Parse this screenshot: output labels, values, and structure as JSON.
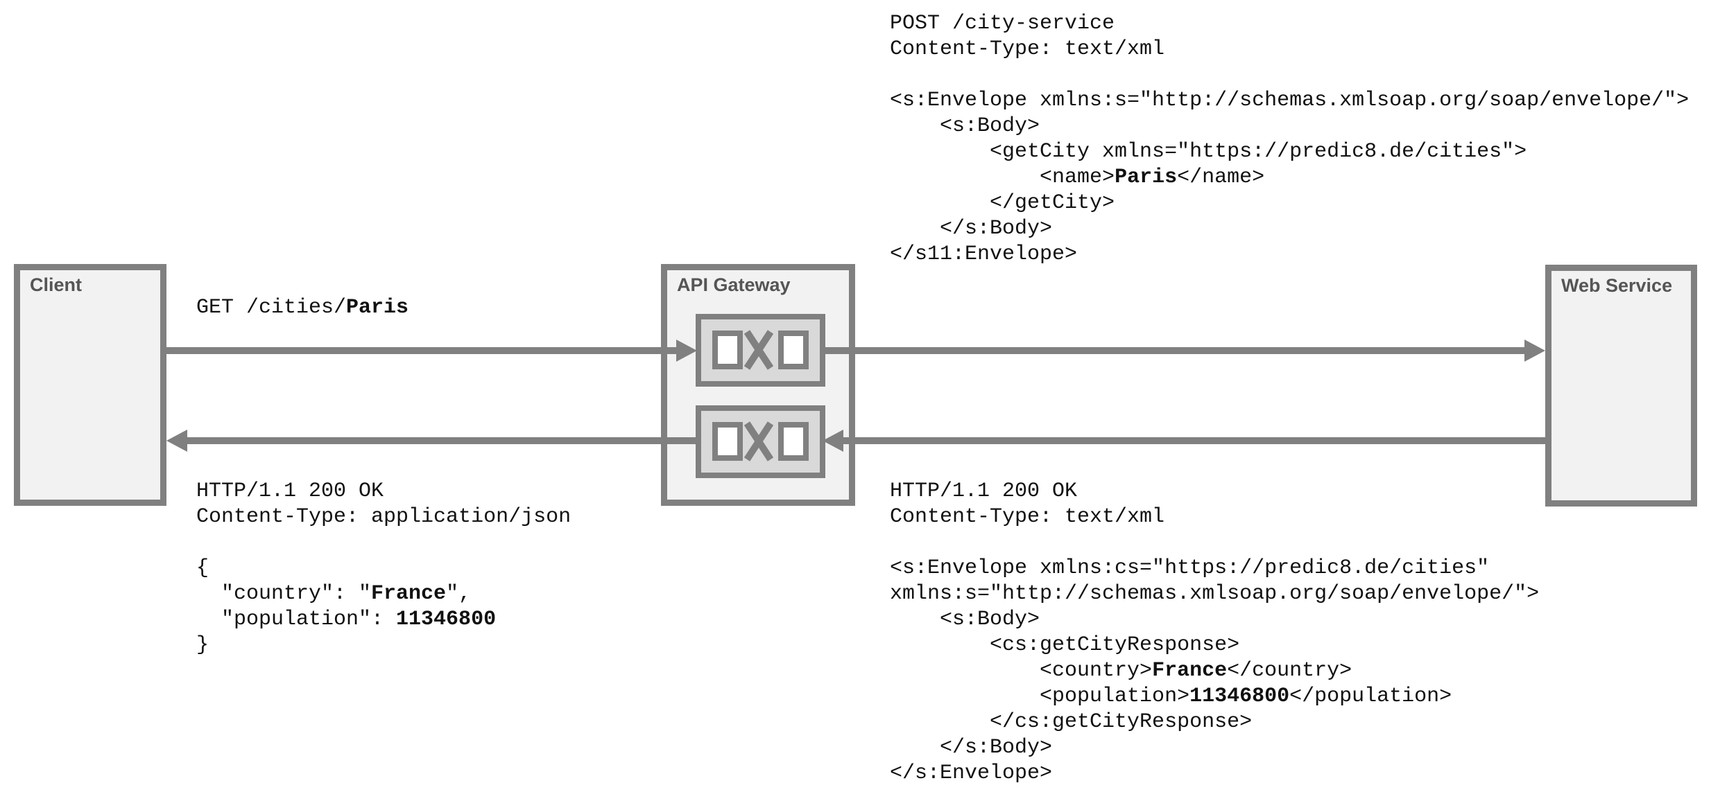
{
  "diagram": {
    "title_semantic": "REST to SOAP API Gateway transformation diagram",
    "colors": {
      "background": "#ffffff",
      "line_gray": "#808080",
      "node_fill": "#f2f2f2",
      "icon_fill": "#d9d9d9",
      "icon_square_fill": "#ffffff",
      "label_text": "#555555",
      "code_text": "#111111"
    },
    "nodes": {
      "client": {
        "label": "Client"
      },
      "gateway": {
        "label": "API Gateway"
      },
      "web_service": {
        "label": "Web Service"
      }
    },
    "icons": {
      "request_transformer": {
        "name": "message-transformer-icon",
        "glyph": "□X□"
      },
      "response_transformer": {
        "name": "message-transformer-icon",
        "glyph": "□X□"
      }
    },
    "messages": {
      "rest_request": {
        "lines": [
          [
            {
              "t": "GET /cities/"
            },
            {
              "t": "Paris",
              "b": true
            }
          ]
        ]
      },
      "soap_request": {
        "lines": [
          [
            {
              "t": "POST /city-service"
            }
          ],
          [
            {
              "t": "Content-Type: text/xml"
            }
          ],
          [],
          [
            {
              "t": "<s:Envelope xmlns:s=\"http://schemas.xmlsoap.org/soap/envelope/\">"
            }
          ],
          [
            {
              "t": "    <s:Body>"
            }
          ],
          [
            {
              "t": "        <getCity xmlns=\"https://predic8.de/cities\">"
            }
          ],
          [
            {
              "t": "            <name>"
            },
            {
              "t": "Paris",
              "b": true
            },
            {
              "t": "</name>"
            }
          ],
          [
            {
              "t": "        </getCity>"
            }
          ],
          [
            {
              "t": "    </s:Body>"
            }
          ],
          [
            {
              "t": "</s11:Envelope>"
            }
          ]
        ]
      },
      "rest_response": {
        "lines": [
          [
            {
              "t": "HTTP/1.1 200 OK"
            }
          ],
          [
            {
              "t": "Content-Type: application/json"
            }
          ],
          [],
          [
            {
              "t": "{"
            }
          ],
          [
            {
              "t": "  \"country\": \""
            },
            {
              "t": "France",
              "b": true
            },
            {
              "t": "\","
            }
          ],
          [
            {
              "t": "  \"population\": "
            },
            {
              "t": "11346800",
              "b": true
            }
          ],
          [
            {
              "t": "}"
            }
          ]
        ]
      },
      "soap_response": {
        "lines": [
          [
            {
              "t": "HTTP/1.1 200 OK"
            }
          ],
          [
            {
              "t": "Content-Type: text/xml"
            }
          ],
          [],
          [
            {
              "t": "<s:Envelope xmlns:cs=\"https://predic8.de/cities\""
            }
          ],
          [
            {
              "t": "xmlns:s=\"http://schemas.xmlsoap.org/soap/envelope/\">"
            }
          ],
          [
            {
              "t": "    <s:Body>"
            }
          ],
          [
            {
              "t": "        <cs:getCityResponse>"
            }
          ],
          [
            {
              "t": "            <country>"
            },
            {
              "t": "France",
              "b": true
            },
            {
              "t": "</country>"
            }
          ],
          [
            {
              "t": "            <population>"
            },
            {
              "t": "11346800",
              "b": true
            },
            {
              "t": "</population>"
            }
          ],
          [
            {
              "t": "        </cs:getCityResponse>"
            }
          ],
          [
            {
              "t": "    </s:Body>"
            }
          ],
          [
            {
              "t": "</s:Envelope>"
            }
          ]
        ]
      }
    }
  }
}
